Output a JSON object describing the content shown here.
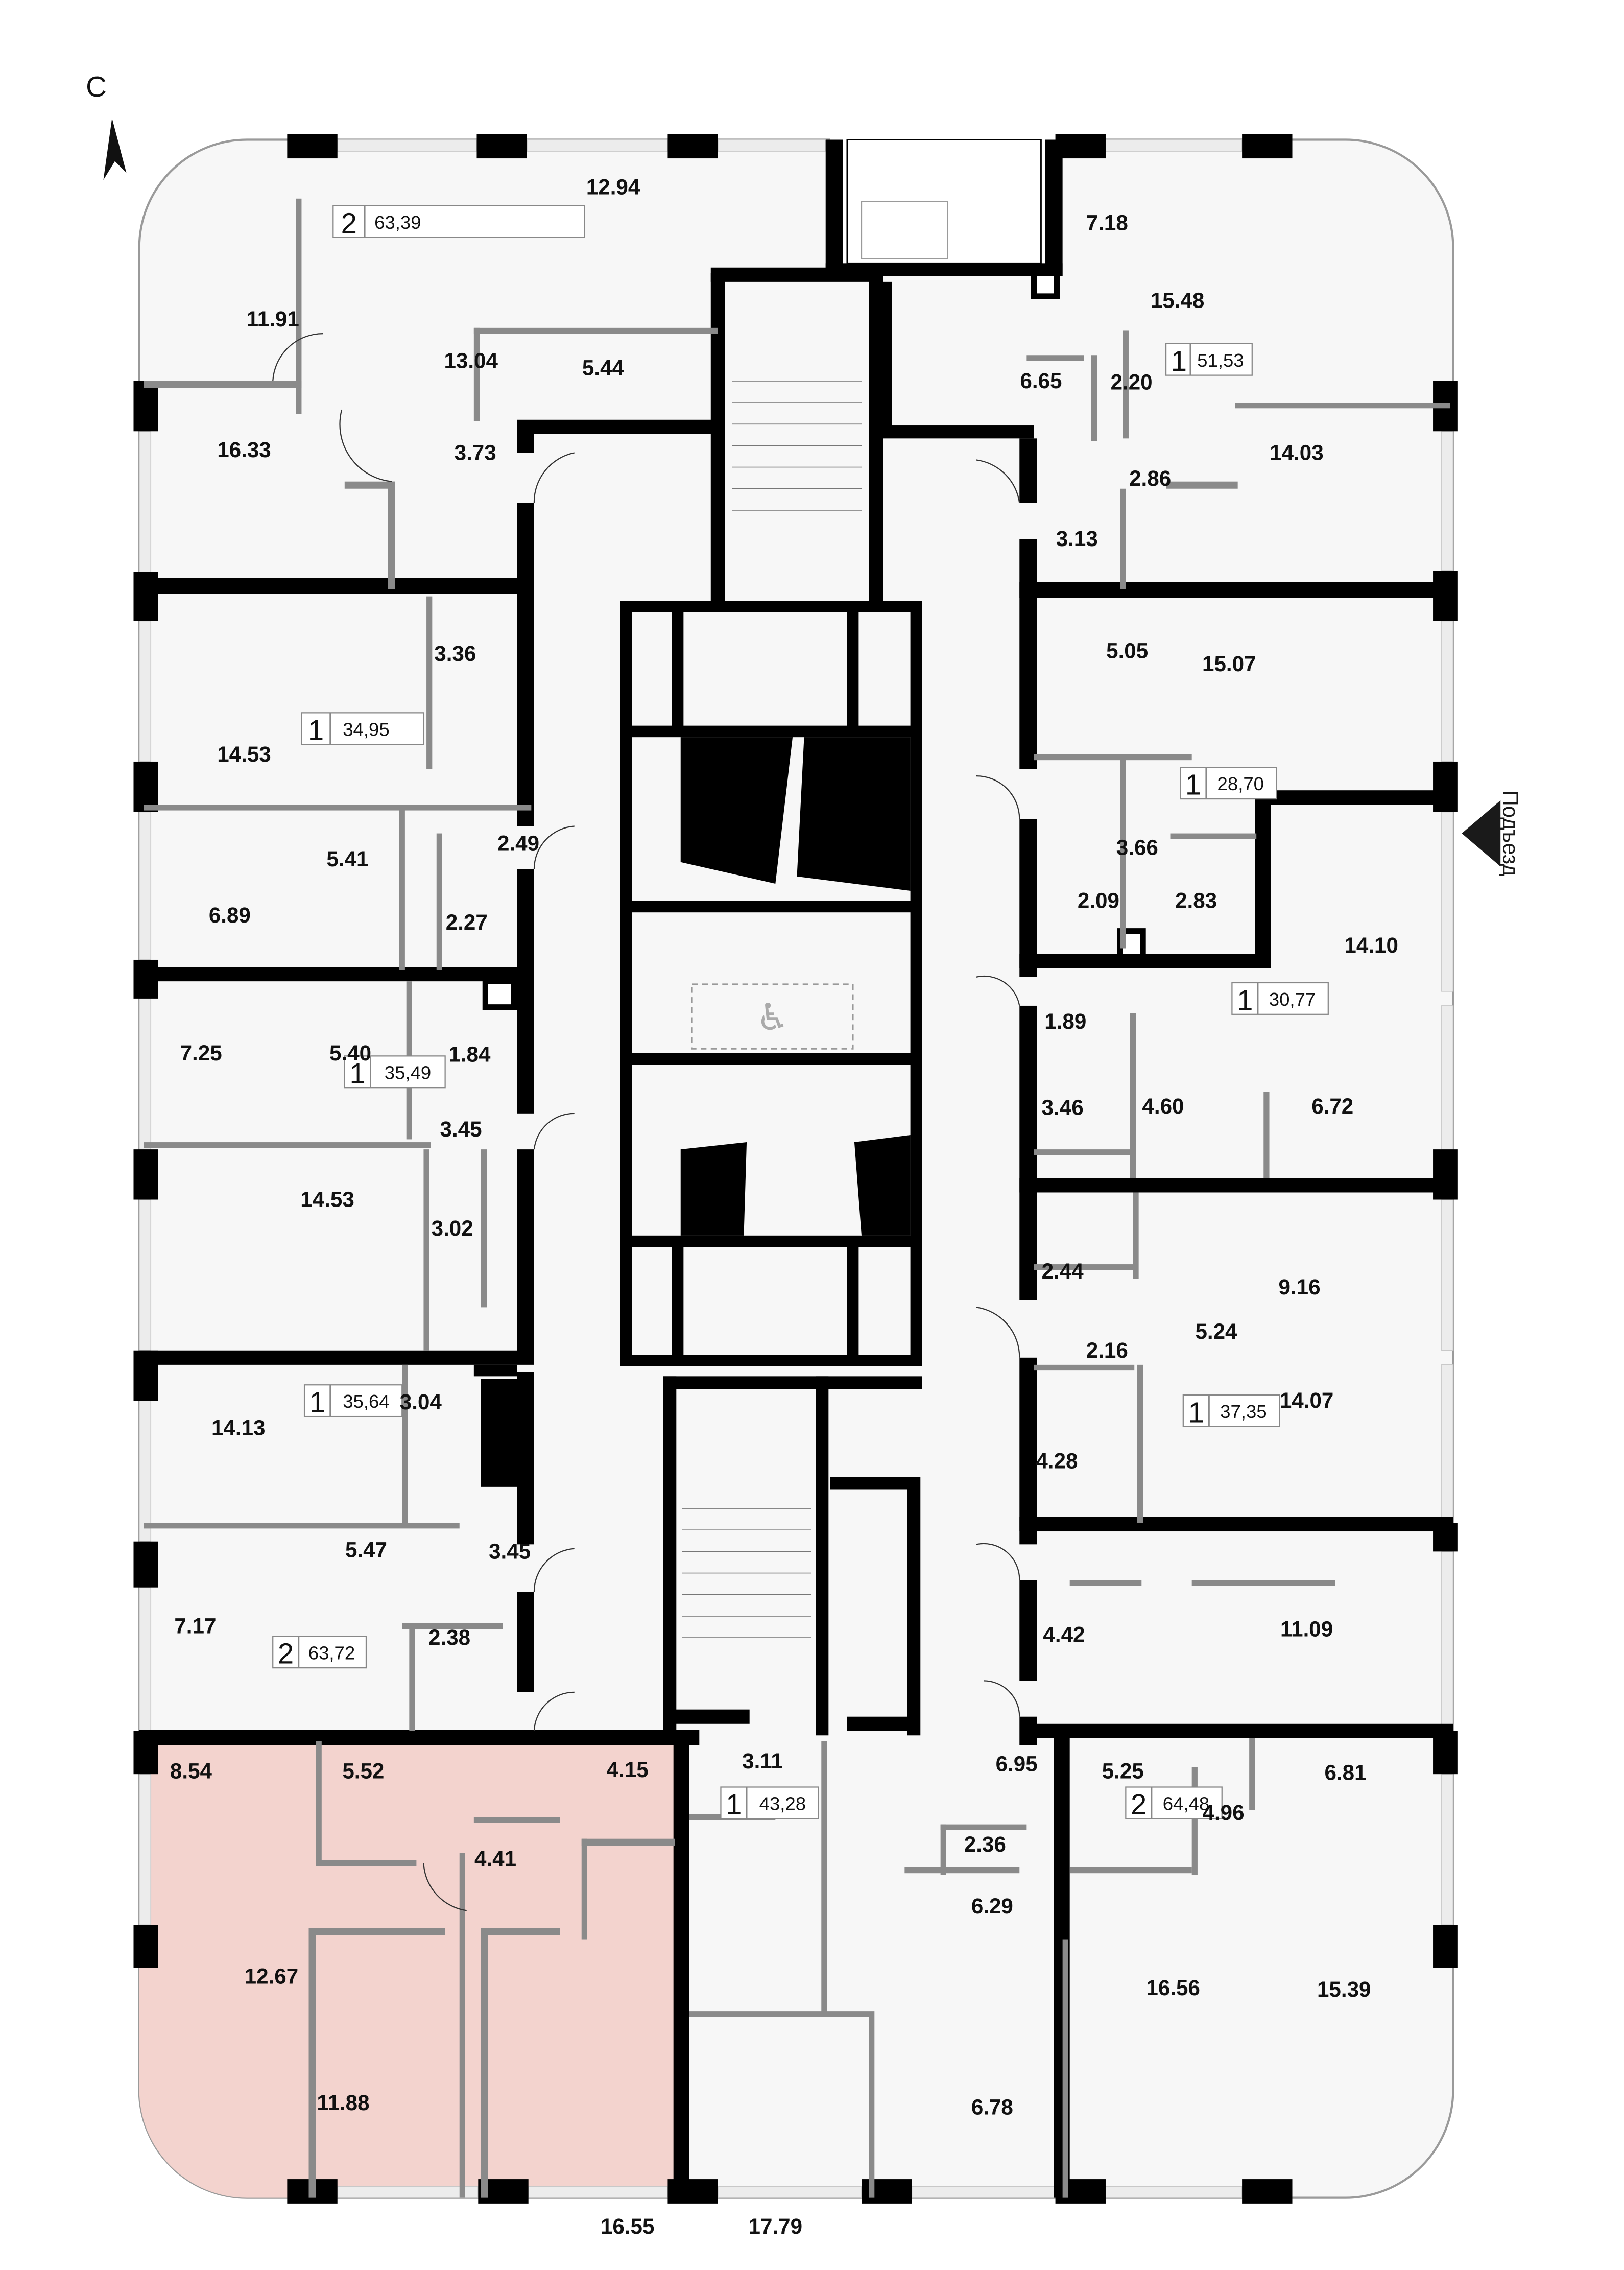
{
  "compass": {
    "label": "С"
  },
  "entrance": {
    "label": "Подъезд"
  },
  "colors": {
    "highlight": "#f3d3ce",
    "floor": "#f7f7f7",
    "wall": "#000000",
    "partition": "#8a8a8a"
  },
  "apartments": [
    {
      "rooms": "2",
      "area": "63,39"
    },
    {
      "rooms": "1",
      "area": "51,53"
    },
    {
      "rooms": "1",
      "area": "34,95"
    },
    {
      "rooms": "1",
      "area": "28,70"
    },
    {
      "rooms": "1",
      "area": "30,77"
    },
    {
      "rooms": "1",
      "area": "35,49"
    },
    {
      "rooms": "1",
      "area": "37,35"
    },
    {
      "rooms": "1",
      "area": "35,64"
    },
    {
      "rooms": "2",
      "area": "63,72",
      "highlighted": true
    },
    {
      "rooms": "1",
      "area": "43,28"
    },
    {
      "rooms": "2",
      "area": "64,48"
    }
  ],
  "room_areas": [
    "12.94",
    "11.91",
    "13.04",
    "5.44",
    "16.33",
    "3.73",
    "7.18",
    "15.48",
    "6.65",
    "2.20",
    "2.86",
    "14.03",
    "3.13",
    "3.36",
    "14.53",
    "5.05",
    "15.07",
    "5.41",
    "2.49",
    "2.27",
    "6.89",
    "3.66",
    "2.09",
    "2.83",
    "14.10",
    "7.25",
    "5.40",
    "1.84",
    "3.45",
    "1.89",
    "3.46",
    "4.60",
    "6.72",
    "14.53",
    "3.02",
    "2.44",
    "9.16",
    "2.16",
    "5.24",
    "3.04",
    "14.13",
    "4.28",
    "14.07",
    "5.47",
    "3.45",
    "7.17",
    "2.38",
    "4.42",
    "11.09",
    "8.54",
    "5.52",
    "4.15",
    "3.11",
    "6.95",
    "5.25",
    "6.81",
    "4.96",
    "2.36",
    "4.41",
    "12.67",
    "6.29",
    "16.56",
    "15.39",
    "11.88",
    "6.78",
    "16.55",
    "17.79"
  ]
}
